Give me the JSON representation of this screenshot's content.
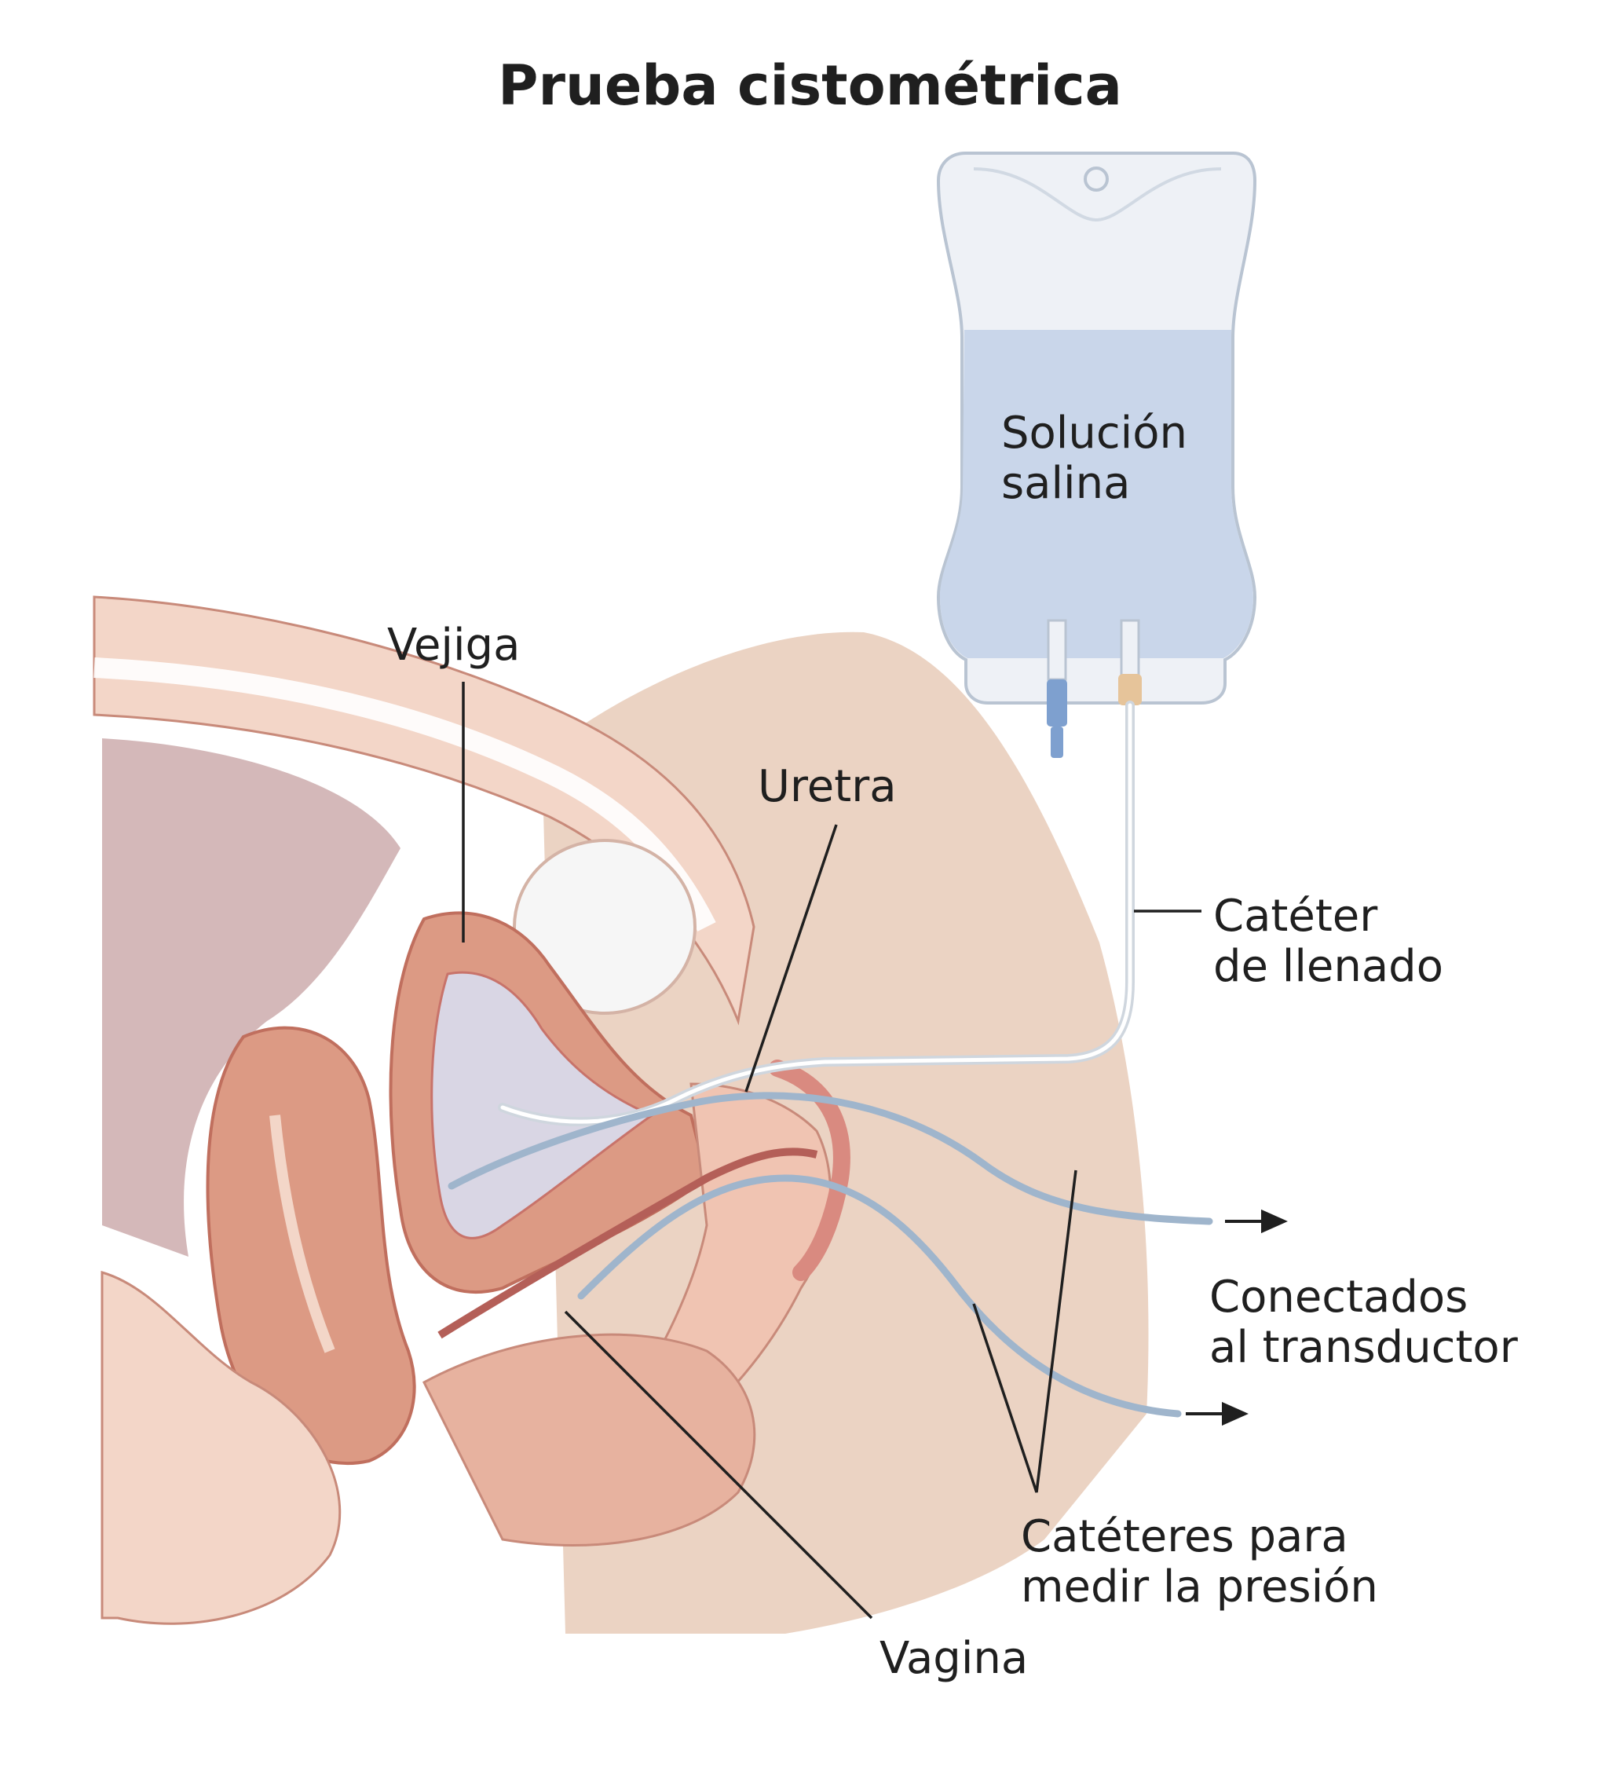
{
  "title": "Prueba cistométrica",
  "labels": {
    "saline": [
      "Solución",
      "salina"
    ],
    "bladder": "Vejiga",
    "urethra": "Uretra",
    "filling_catheter": [
      "Catéter",
      "de llenado"
    ],
    "connected": [
      "Conectados",
      "al transductor"
    ],
    "pressure_catheters": [
      "Catéteres para",
      "medir la presión"
    ],
    "vagina": "Vagina"
  },
  "colors": {
    "skin": "#e8cbb8",
    "tissue": "#f3d6c8",
    "muscle": "#dc9a84",
    "deep": "#c8736a",
    "cavity": "#c9a6a8",
    "bladder_fill": "#d9d6e4",
    "saline_fill": "#c9d6ea",
    "bag": "#eef1f6",
    "catheter": "#9fb5cc",
    "connector_blue": "#7ea0cf",
    "connector_tan": "#e6c49a",
    "leader": "#1f1f1f"
  }
}
